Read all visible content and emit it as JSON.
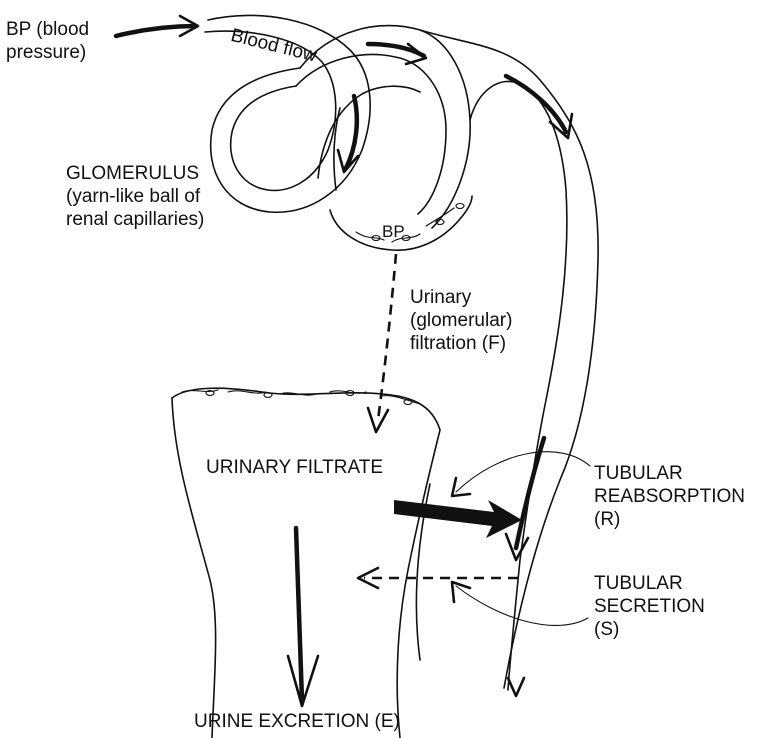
{
  "labels": {
    "bp_in": [
      "BP (blood",
      "pressure)"
    ],
    "blood_flow": "Blood flow",
    "glomerulus": [
      "GLOMERULUS",
      "(yarn-like ball of",
      "renal capillaries)"
    ],
    "bp_inner": "BP",
    "filtration": [
      "Urinary",
      "(glomerular)",
      "filtration (F)"
    ],
    "filtrate": "URINARY FILTRATE",
    "reabsorption": [
      "TUBULAR",
      "REABSORPTION",
      "(R)"
    ],
    "secretion": [
      "TUBULAR",
      "SECRETION",
      "(S)"
    ],
    "excretion": "URINE EXCRETION (E)"
  }
}
